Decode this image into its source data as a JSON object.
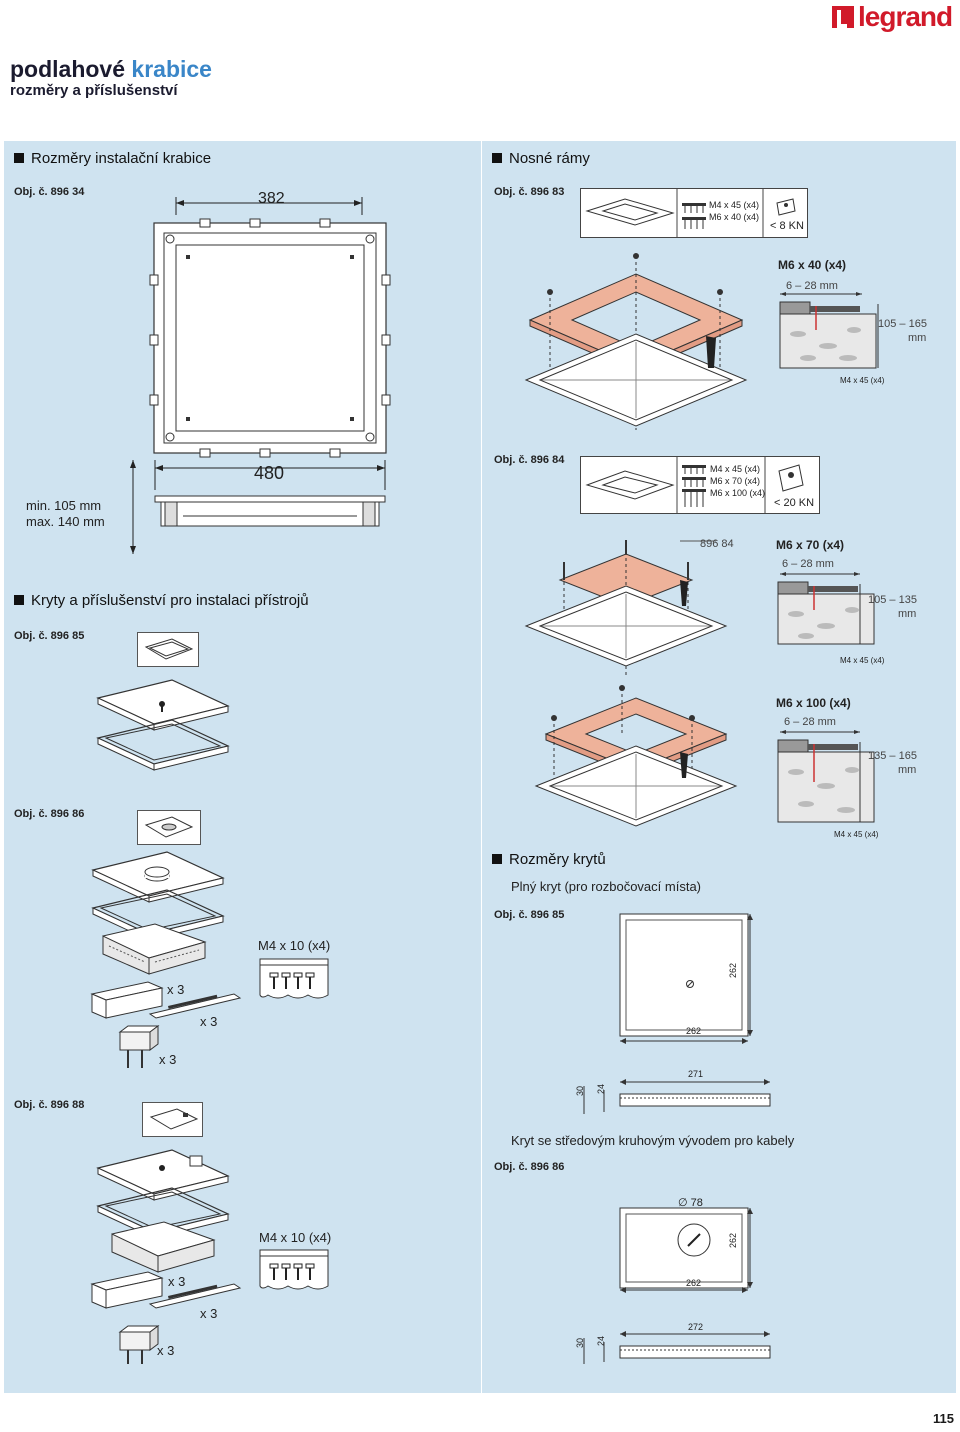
{
  "brand": "legrand",
  "header": {
    "title_part1": "podlahové",
    "title_part2": "krabice",
    "subtitle": "rozměry a příslušenství"
  },
  "left": {
    "install_box": {
      "heading": "Rozměry instalační krabice",
      "obj": "Obj. č. 896 34",
      "width_top": "382",
      "width_bottom": "480",
      "height_min": "min. 105 mm",
      "height_max": "max. 140 mm"
    },
    "covers_accessories": {
      "heading": "Kryty a příslušenství pro instalaci přístrojů",
      "obj_85": "Obj. č. 896 85",
      "obj_86": "Obj. č. 896 86",
      "obj_88": "Obj. č. 896 88",
      "screws_86": "M4 x 10 (x4)",
      "qty_a": "x 3",
      "qty_b": "x 3",
      "qty_c": "x 3",
      "screws_88": "M4 x 10 (x4)",
      "qty_d": "x 3",
      "qty_e": "x 3",
      "qty_f": "x 3"
    }
  },
  "right": {
    "frames": {
      "heading": "Nosné rámy",
      "obj_83": "Obj. č. 896 83",
      "kit83_line1": "M4 x 45 (x4)",
      "kit83_line2": "M6 x 40 (x4)",
      "kit83_load": "< 8 KN",
      "m6x40": "M6 x 40 (x4)",
      "range_6_28_a": "6 – 28 mm",
      "range_105_165": "105 – 165",
      "mm_a": "mm",
      "m4x45_a": "M4 x 45 (x4)",
      "obj_84": "Obj. č. 896 84",
      "kit84_line1": "M4 x 45 (x4)",
      "kit84_line2": "M6 x 70 (x4)",
      "kit84_line3": "M6 x 100 (x4)",
      "kit84_load": "< 20 KN",
      "ref_89684": "896 84",
      "m6x70": "M6 x 70 (x4)",
      "range_6_28_b": "6 – 28 mm",
      "range_105_135": "105 – 135",
      "mm_b": "mm",
      "m4x45_b": "M4 x 45 (x4)",
      "m6x100": "M6 x 100 (x4)",
      "range_6_28_c": "6 – 28 mm",
      "range_135_165": "135 – 165",
      "mm_c": "mm",
      "m4x45_c": "M4 x 45 (x4)"
    },
    "cover_dims": {
      "heading": "Rozměry krytů",
      "full_cover": "Plný kryt (pro rozbočovací místa)",
      "obj_85": "Obj. č. 896 85",
      "dim_262_v1": "262",
      "dim_262_h1": "262",
      "dim_271": "271",
      "dim_30_a": "30",
      "dim_24_a": "24",
      "outlet_cover": "Kryt se středovým kruhovým vývodem pro kabely",
      "obj_86": "Obj. č. 896 86",
      "dia_78": "∅ 78",
      "dim_262_v2": "262",
      "dim_262_h2": "262",
      "dim_272": "272",
      "dim_30_b": "30",
      "dim_24_b": "24"
    }
  },
  "page_number": "115",
  "colors": {
    "accent_blue": "#3a86c8",
    "panel": "#cfe3f0",
    "brand_red": "#d11a2a",
    "frame_salmon": "#eeb29a"
  }
}
